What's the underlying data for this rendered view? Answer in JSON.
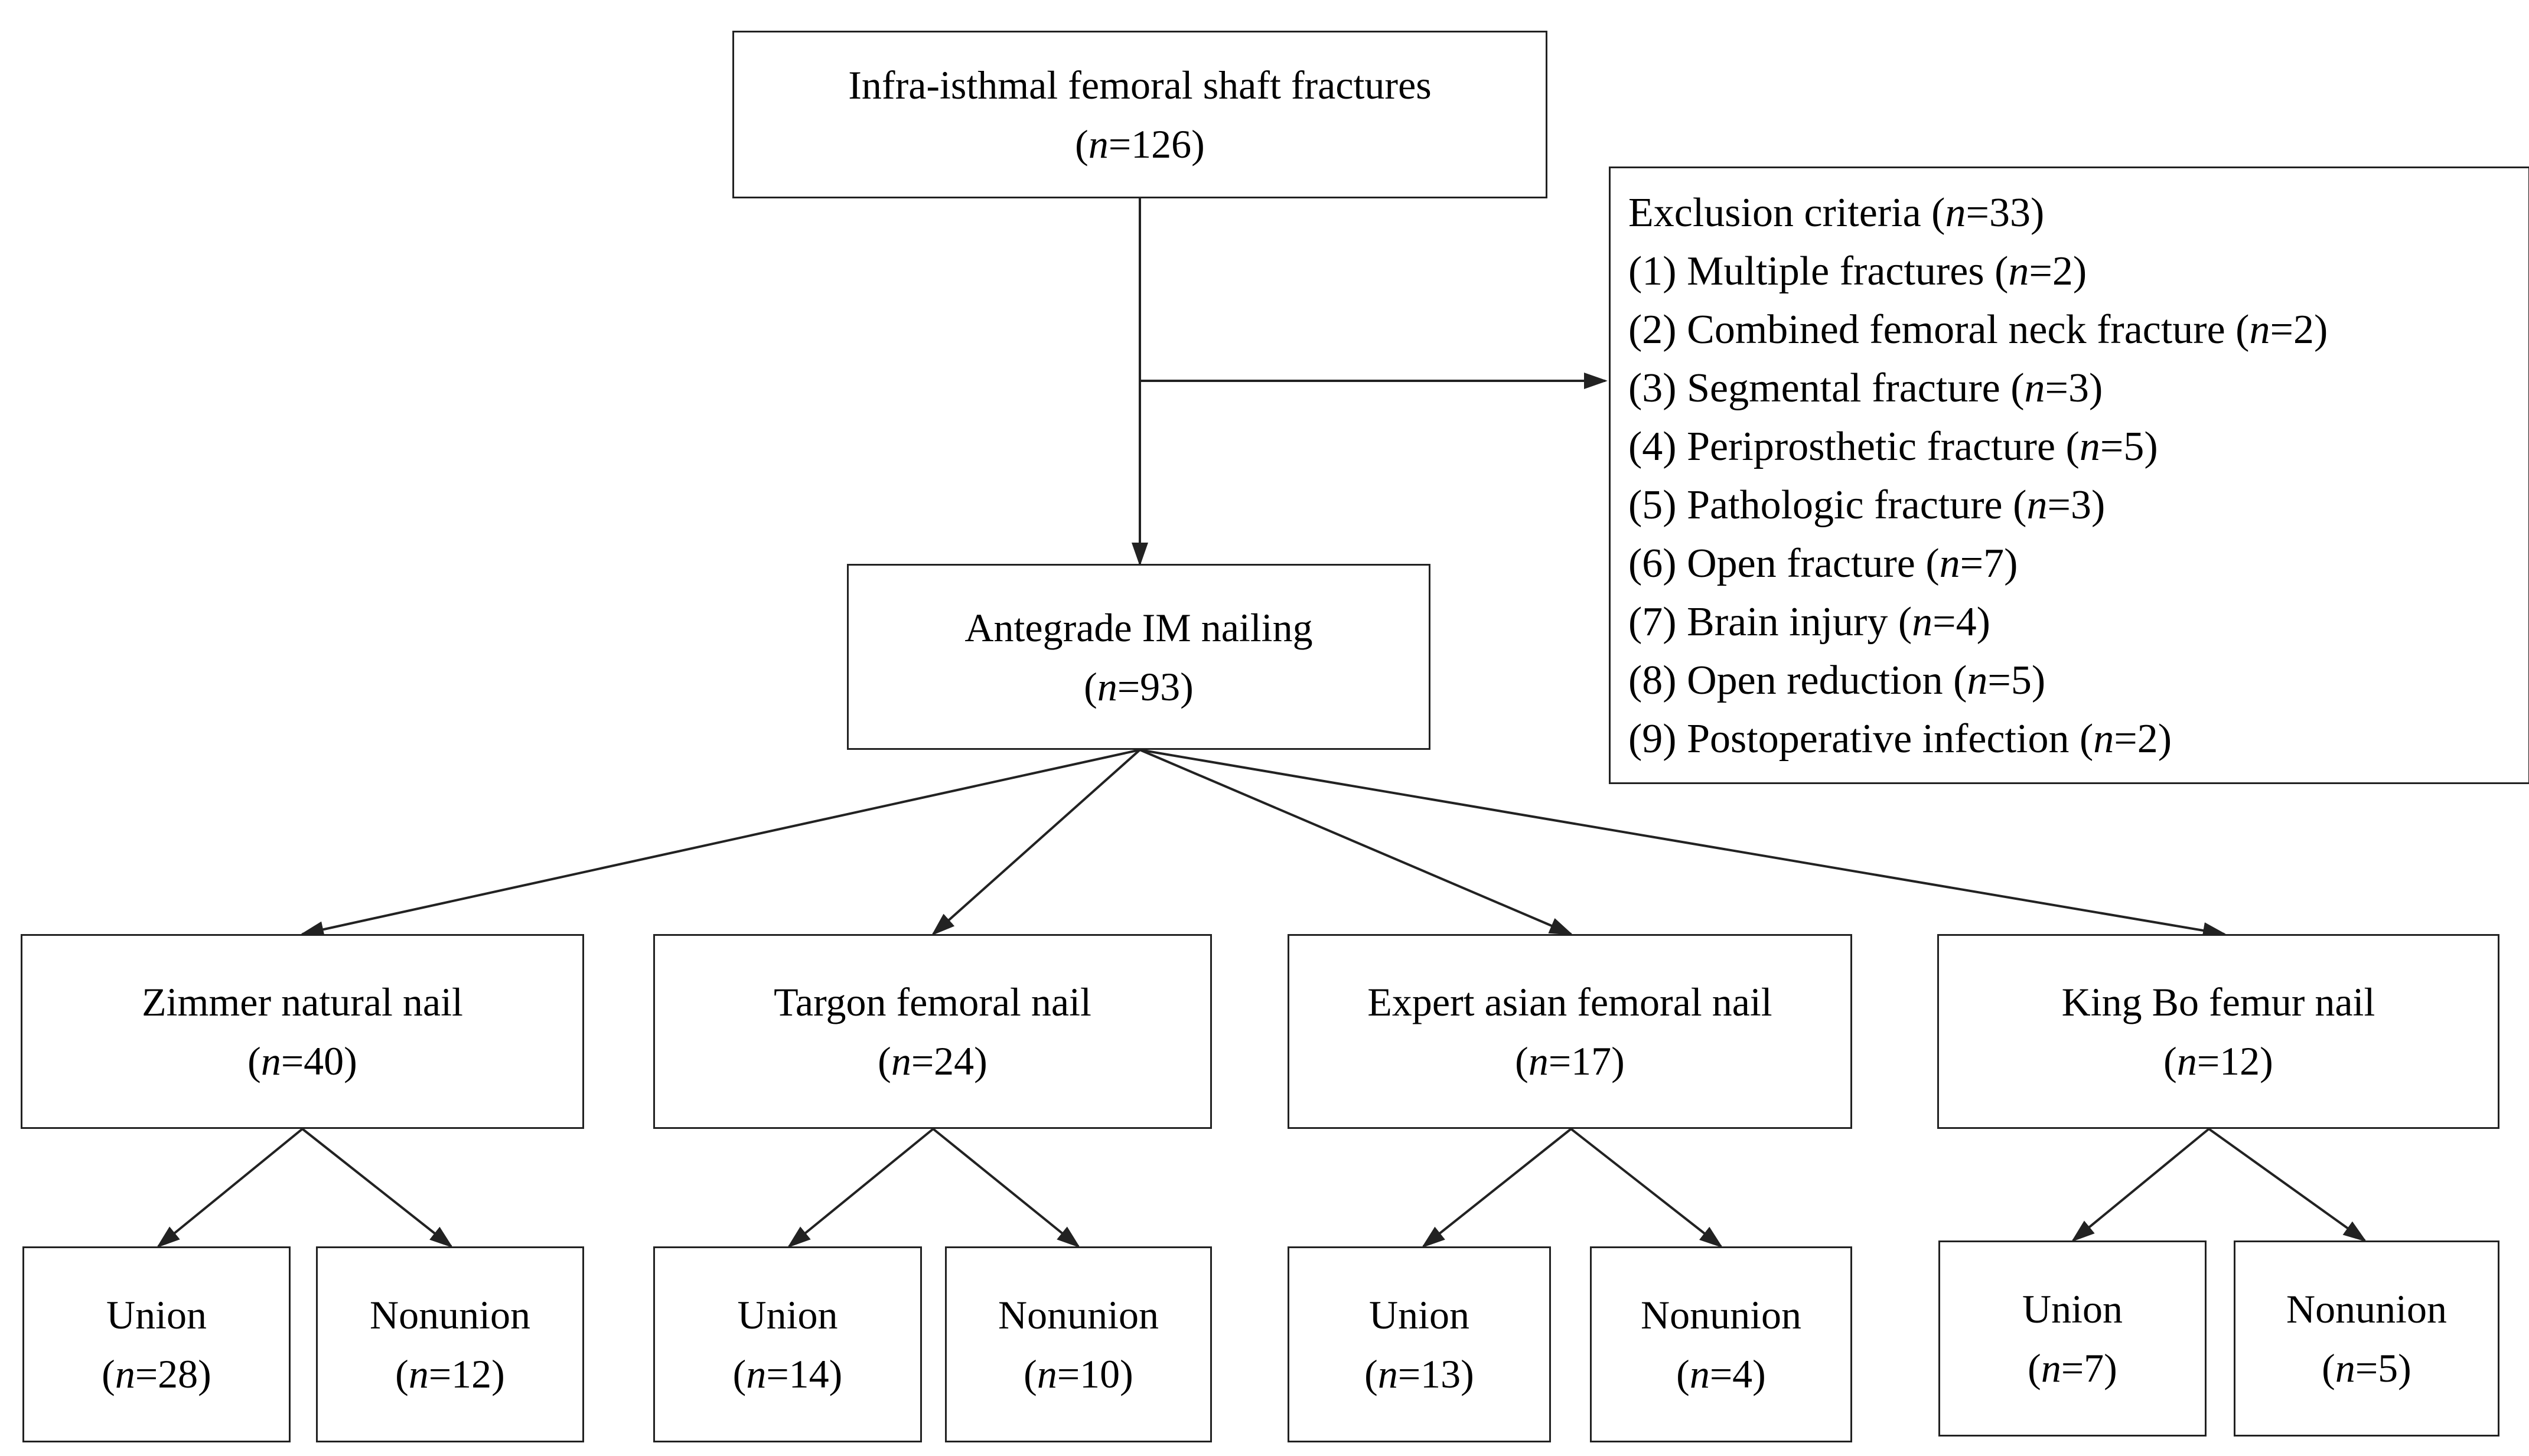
{
  "n_symbol": "n",
  "root": {
    "title": "Infra-isthmal femoral shaft fractures",
    "n": "126"
  },
  "exclusion": {
    "title": "Exclusion criteria",
    "n": "33",
    "items": [
      {
        "num": "(1)",
        "label": "Multiple fractures",
        "n": "2"
      },
      {
        "num": "(2)",
        "label": "Combined femoral neck fracture",
        "n": "2"
      },
      {
        "num": "(3)",
        "label": "Segmental fracture",
        "n": "3"
      },
      {
        "num": "(4)",
        "label": "Periprosthetic fracture",
        "n": "5"
      },
      {
        "num": "(5)",
        "label": "Pathologic fracture",
        "n": "3"
      },
      {
        "num": "(6)",
        "label": "Open fracture",
        "n": "7"
      },
      {
        "num": "(7)",
        "label": "Brain injury",
        "n": "4"
      },
      {
        "num": "(8)",
        "label": "Open reduction",
        "n": "5"
      },
      {
        "num": "(9)",
        "label": "Postoperative infection",
        "n": "2"
      }
    ]
  },
  "nailing": {
    "title": "Antegrade IM nailing",
    "n": "93"
  },
  "nails": [
    {
      "title": "Zimmer natural nail",
      "n": "40",
      "union": {
        "title": "Union",
        "n": "28"
      },
      "nonunion": {
        "title": "Nonunion",
        "n": "12"
      }
    },
    {
      "title": "Targon femoral nail",
      "n": "24",
      "union": {
        "title": "Union",
        "n": "14"
      },
      "nonunion": {
        "title": "Nonunion",
        "n": "10"
      }
    },
    {
      "title": "Expert asian femoral nail",
      "n": "17",
      "union": {
        "title": "Union",
        "n": "13"
      },
      "nonunion": {
        "title": "Nonunion",
        "n": "4"
      }
    },
    {
      "title": "King Bo femur nail",
      "n": "12",
      "union": {
        "title": "Union",
        "n": "7"
      },
      "nonunion": {
        "title": "Nonunion",
        "n": "5"
      }
    }
  ]
}
